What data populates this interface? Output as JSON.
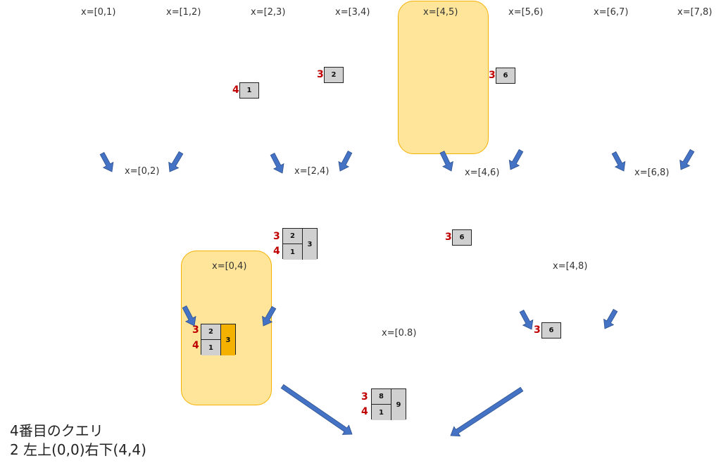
{
  "colors": {
    "highlight_fill": "#fee599",
    "highlight_border": "#f5b100",
    "node_fill": "#d0d0d0",
    "active_node_fill": "#f5b100",
    "arrow": "#4472c4",
    "label_red": "#c00000"
  },
  "leaf_labels": [
    "x=[0,1)",
    "x=[1,2)",
    "x=[2,3)",
    "x=[3,4)",
    "x=[4,5)",
    "x=[5,6)",
    "x=[6,7)",
    "x=[7,8)"
  ],
  "level1_labels": [
    "x=[0,2)",
    "x=[2,4)",
    "x=[4,6)",
    "x=[6,8)"
  ],
  "level2_labels": [
    "x=[0,4)",
    "x=[4,8)"
  ],
  "root_label": "x=[0.8)",
  "leaf_nodes": [
    {
      "y": "4",
      "value": "1"
    },
    {
      "y": "3",
      "value": "2"
    },
    {
      "y": "3",
      "value": "6"
    }
  ],
  "node_2_4": {
    "y_top": "3",
    "y_bottom": "4",
    "top": "2",
    "bottom": "1",
    "right": "3"
  },
  "node_4_6": {
    "y": "3",
    "value": "6"
  },
  "node_0_4": {
    "y_top": "3",
    "y_bottom": "4",
    "top": "2",
    "bottom": "1",
    "right": "3"
  },
  "node_4_8": {
    "y": "3",
    "value": "6"
  },
  "node_root": {
    "y_top": "3",
    "y_bottom": "4",
    "top": "8",
    "bottom": "1",
    "right": "9"
  },
  "caption": {
    "line1": "4番目のクエリ",
    "line2": "2 左上(0,0)右下(4,4)"
  }
}
